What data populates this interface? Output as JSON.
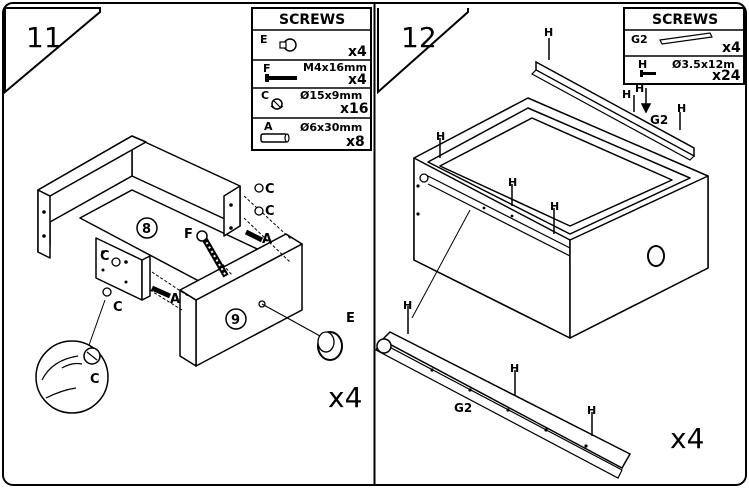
{
  "panel_left": {
    "step_number": "11",
    "screws_title": "SCREWS",
    "screws": [
      {
        "code": "E",
        "size": "",
        "qty": "x4"
      },
      {
        "code": "F",
        "size": "M4x16mm",
        "qty": "x4"
      },
      {
        "code": "C",
        "size": "Ø15x9mm",
        "qty": "x16"
      },
      {
        "code": "A",
        "size": "Ø6x30mm",
        "qty": "x8"
      }
    ],
    "callouts": {
      "c1": "C",
      "c2": "C",
      "c3": "C",
      "c4": "C",
      "c5": "C",
      "a1": "A",
      "a2": "A",
      "f": "F",
      "e": "E",
      "part8": "8",
      "part9": "9"
    },
    "multiplier": "x4"
  },
  "panel_right": {
    "step_number": "12",
    "screws_title": "SCREWS",
    "screws": [
      {
        "code": "G2",
        "size": "",
        "qty": "x4"
      },
      {
        "code": "H",
        "size": "Ø3.5x12m",
        "qty": "x24"
      }
    ],
    "callouts": {
      "h_top": "H",
      "h_rail1": "H",
      "h_rail2": "H",
      "h_rail3": "H",
      "h_d1": "H",
      "h_d2": "H",
      "h_d3": "H",
      "h_b1": "H",
      "h_b2": "H",
      "h_b3": "H",
      "g2_top": "G2",
      "g2_bottom": "G2"
    },
    "multiplier": "x4"
  }
}
